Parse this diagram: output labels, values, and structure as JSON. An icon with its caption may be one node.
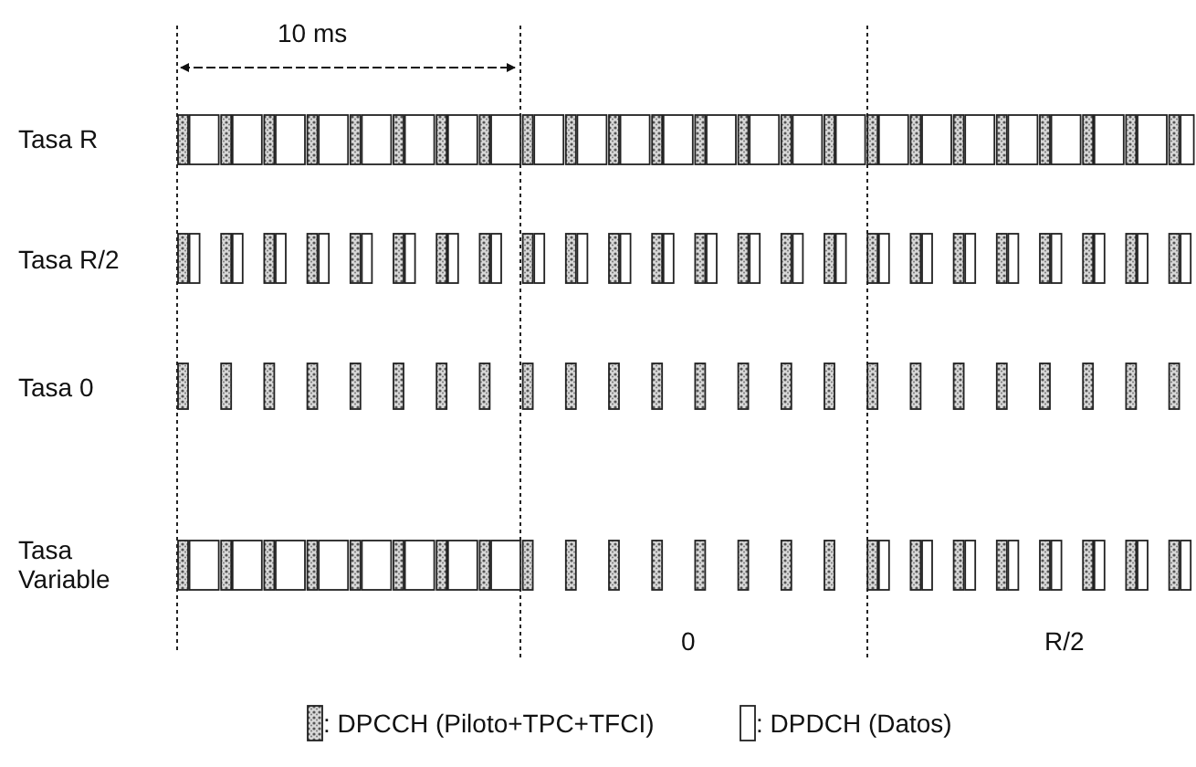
{
  "diagram": {
    "labels": [
      "10 ms",
      "Tasa R",
      "Tasa R/2",
      "Tasa 0",
      "Tasa Variable",
      "0",
      "R/2"
    ],
    "legend": [
      {
        "text": ": DPCCH (Piloto+TPC+TFCI)"
      },
      {
        "text": ": DPDCH (Datos)"
      }
    ]
  }
}
